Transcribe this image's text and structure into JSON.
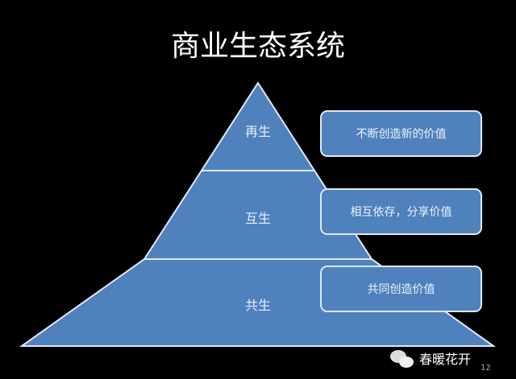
{
  "title": "商业生态系统",
  "levels": [
    {
      "label": "再生",
      "desc": "不断创造新的价值"
    },
    {
      "label": "互生",
      "desc": "相互依存，分享价值"
    },
    {
      "label": "共生",
      "desc": "共同创造价值"
    }
  ],
  "watermark": "春暖花开",
  "page_number": "12",
  "colors": {
    "fill": "#4f81bd",
    "outline": "#dfe8f5"
  }
}
